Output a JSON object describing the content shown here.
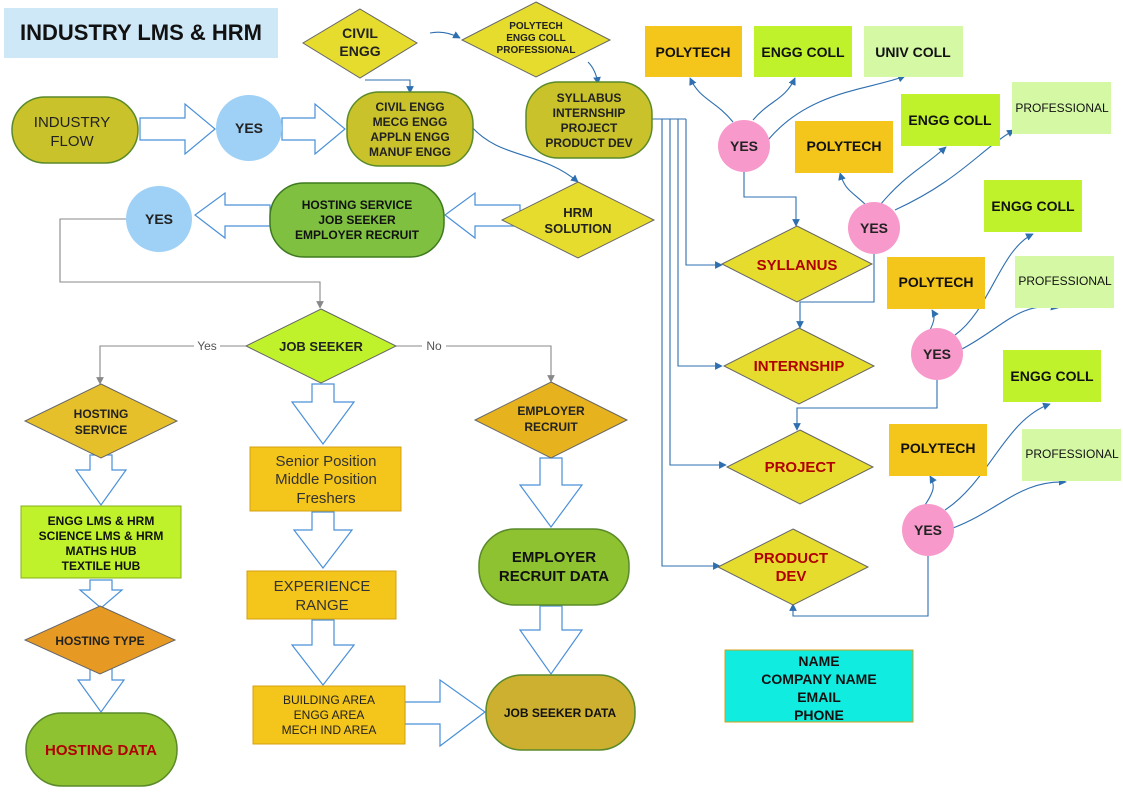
{
  "title": "INDUSTRY LMS & HRM",
  "colors": {
    "yellow_diamond": "#e6dc2e",
    "olive": "#c9c22a",
    "green_pill": "#7fc040",
    "blue_circle": "#9fd0f5",
    "pink_circle": "#f79acb",
    "orange_box": "#f4c51a",
    "lime_box": "#bff22a",
    "pale_green": "#d4f8a4",
    "cyan_box": "#11ece0",
    "dark_red_text": "#b00000"
  },
  "nodes": {
    "industry_flow": [
      "INDUSTRY",
      "FLOW"
    ],
    "yes_top": "YES",
    "civil_engg_diamond": [
      "CIVIL",
      "ENGG"
    ],
    "polytech_diamond": [
      "POLYTECH",
      "ENGG COLL",
      "PROFESSIONAL"
    ],
    "courses": [
      "CIVIL ENGG",
      "MECG ENGG",
      "APPLN ENGG",
      "MANUF ENGG"
    ],
    "syllabus_box": [
      "SYLLABUS",
      "INTERNSHIP",
      "PROJECT",
      "PRODUCT DEV"
    ],
    "hrm_solution": [
      "HRM",
      "SOLUTION"
    ],
    "hosting_pill": [
      "HOSTING SERVICE",
      "JOB SEEKER",
      "EMPLOYER RECRUIT"
    ],
    "yes_left": "YES",
    "job_seeker": "JOB SEEKER",
    "edge_yes": "Yes",
    "edge_no": "No",
    "hosting_service": [
      "HOSTING",
      "SERVICE"
    ],
    "employer_recruit": [
      "EMPLOYER",
      "RECRUIT"
    ],
    "positions": [
      "Senior Position",
      "Middle Position",
      "Freshers"
    ],
    "hubs": [
      "ENGG LMS & HRM",
      "SCIENCE LMS & HRM",
      "MATHS HUB",
      "TEXTILE HUB"
    ],
    "hosting_type": "HOSTING TYPE",
    "hosting_data": "HOSTING DATA",
    "experience": [
      "EXPERIENCE",
      "RANGE"
    ],
    "employer_data": [
      "EMPLOYER",
      "RECRUIT DATA"
    ],
    "areas": [
      "BUILDING AREA",
      "ENGG AREA",
      "MECH IND AREA"
    ],
    "job_seeker_data": "JOB SEEKER DATA",
    "syllanus": "SYLLANUS",
    "internship": "INTERNSHIP",
    "project": "PROJECT",
    "product_dev": [
      "PRODUCT",
      "DEV"
    ],
    "yes_pink": [
      "YES",
      "YES",
      "YES",
      "YES"
    ],
    "polytech_boxes": [
      "POLYTECH",
      "POLYTECH",
      "POLYTECH",
      "POLYTECH"
    ],
    "engg_coll_boxes": [
      "ENGG COLL",
      "ENGG COLL",
      "ENGG COLL",
      "ENGG COLL"
    ],
    "univ_coll": "UNIV COLL",
    "professional_boxes": [
      "PROFESSIONAL",
      "PROFESSIONAL",
      "PROFESSIONAL"
    ],
    "contact": [
      "NAME",
      "COMPANY NAME",
      "EMAIL",
      "PHONE"
    ]
  }
}
